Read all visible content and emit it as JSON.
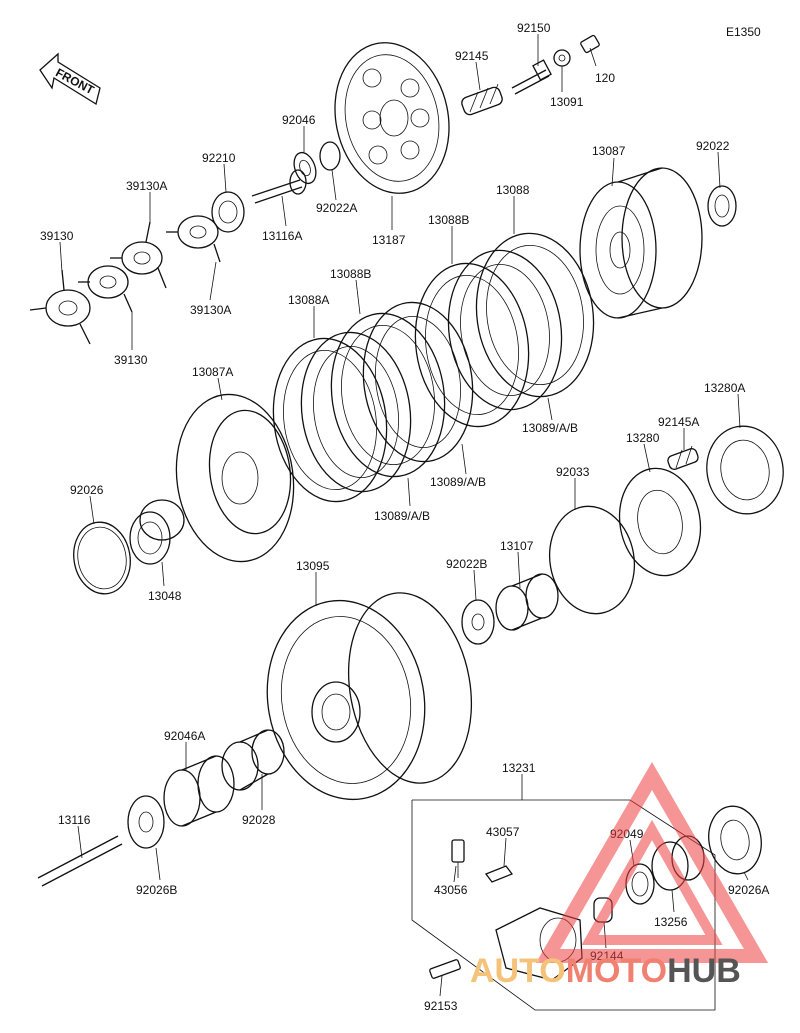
{
  "diagram_code": "E1350",
  "front_label": "FRONT",
  "watermark": {
    "part1": "AUTO",
    "part2": "MOTO",
    "part3": "HUB",
    "color1": "#f5c27a",
    "color2": "#f08070",
    "color3": "#555555",
    "triangle_color": "#f04040"
  },
  "labels": {
    "p92150": "92150",
    "p92145": "92145",
    "p120": "120",
    "p13091": "13091",
    "p92046": "92046",
    "p92210": "92210",
    "p92022A": "92022A",
    "p13116A": "13116A",
    "p13187": "13187",
    "p39130A_top": "39130A",
    "p39130_left": "39130",
    "p39130A_bottom": "39130A",
    "p39130_bottom": "39130",
    "p13087": "13087",
    "p92022": "92022",
    "p13088": "13088",
    "p13088B_top": "13088B",
    "p13088B": "13088B",
    "p13088A": "13088A",
    "p13087A": "13087A",
    "p13089_right": "13089/A/B",
    "p13089_mid": "13089/A/B",
    "p13089_low": "13089/A/B",
    "p13280A": "13280A",
    "p92145A": "92145A",
    "p13280": "13280",
    "p92033": "92033",
    "p92026": "92026",
    "p13048": "13048",
    "p13095": "13095",
    "p92022B": "92022B",
    "p13107": "13107",
    "p13231": "13231",
    "p92046A": "92046A",
    "p43057": "43057",
    "p92049": "92049",
    "p13116": "13116",
    "p92028": "92028",
    "p43056": "43056",
    "p13256": "13256",
    "p92026A": "92026A",
    "p92026B": "92026B",
    "p92144": "92144",
    "p92153": "92153"
  }
}
